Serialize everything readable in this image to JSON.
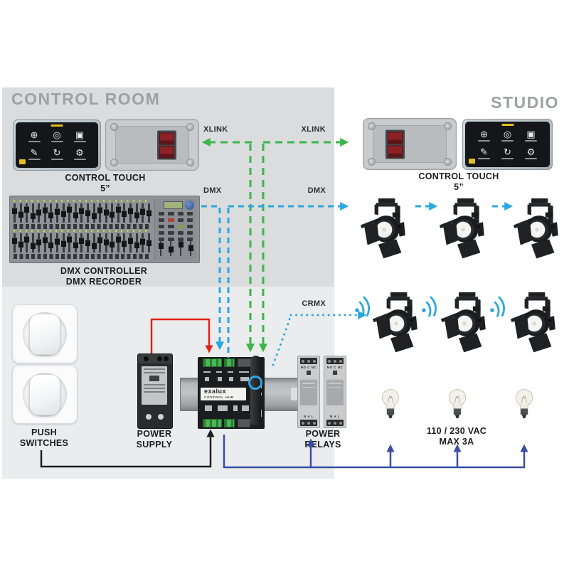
{
  "zones": {
    "control_room": "CONTROL ROOM",
    "studio": "STUDIO"
  },
  "links": {
    "xlink_left": "XLINK",
    "xlink_right": "XLINK",
    "dmx_left": "DMX",
    "dmx_right": "DMX",
    "crmx": "CRMX",
    "colors": {
      "xlink": "#3cb54a",
      "dmx": "#2aa7df",
      "crmx": "#2aa7df",
      "mains": "#3a4ea5",
      "power_in": "#e32119",
      "switch_line": "#1c1c1c"
    }
  },
  "devices": {
    "control_touch": {
      "label_line1": "CONTROL TOUCH",
      "label_line2": "5”",
      "icons": [
        {
          "name": "fixture-icon",
          "glyph": "⊕"
        },
        {
          "name": "record-icon",
          "glyph": "◎"
        },
        {
          "name": "scenes-icon",
          "glyph": "▣"
        },
        {
          "name": "edit-icon",
          "glyph": "✎"
        },
        {
          "name": "dimmer-icon",
          "glyph": "↻"
        },
        {
          "name": "settings-icon",
          "glyph": "⚙"
        }
      ]
    },
    "dmx_console": {
      "label_line1": "DMX CONTROLLER",
      "label_line2": "DMX RECORDER"
    },
    "push_switches": {
      "label_line1": "PUSH",
      "label_line2": "SWITCHES"
    },
    "power_supply": {
      "label_line1": "POWER",
      "label_line2": "SUPPLY"
    },
    "control_hub": {
      "brand": "exalux",
      "model": "CONTROL HUB"
    },
    "power_relays": {
      "label_line1": "POWER",
      "label_line2": "RELAYS",
      "top_terminals": "NO C NC",
      "bottom_terminals": "N A L"
    },
    "studio_load": {
      "label_line1": "110 / 230 VAC",
      "label_line2": "MAX 3A"
    }
  }
}
